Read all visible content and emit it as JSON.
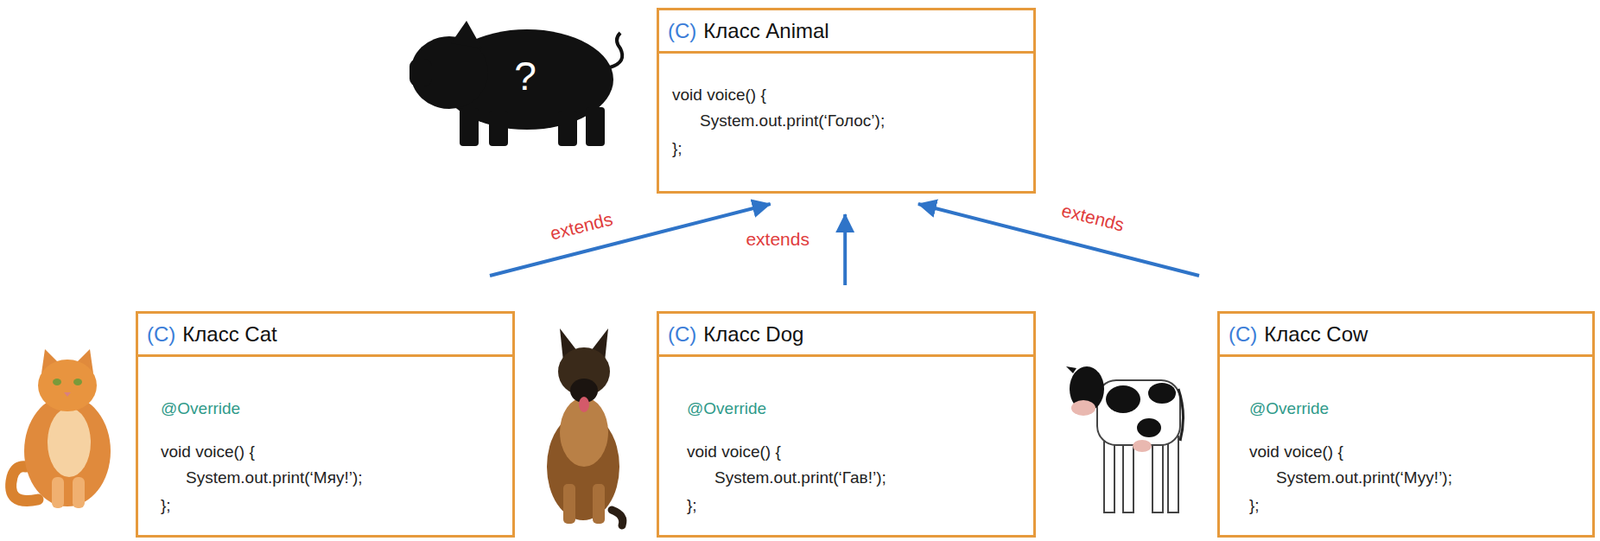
{
  "diagram": {
    "nodes": [
      {
        "text": [
          "(C)",
          "Класс Animal",
          "void voice() {",
          "System.out.print(‘Голос’);",
          "};"
        ]
      },
      {
        "text": [
          "(C)",
          "Класс Cat",
          "@Override",
          "void voice() {",
          "System.out.print(‘Мяу!’);",
          "};"
        ]
      },
      {
        "text": [
          "(C)",
          "Класс Dog",
          "@Override",
          "void voice() {",
          "System.out.print(‘Гав!’);",
          "};"
        ]
      },
      {
        "text": [
          "(C)",
          "Класс Cow",
          "@Override",
          "void voice() {",
          "System.out.print(‘Муу!’);",
          "};"
        ]
      }
    ],
    "edges": [
      {
        "from": 1,
        "to": 0,
        "label": "extends",
        "arrow": "to"
      },
      {
        "from": 2,
        "to": 0,
        "label": "extends",
        "arrow": "to"
      },
      {
        "from": 3,
        "to": 0,
        "label": "extends",
        "arrow": "to"
      }
    ],
    "labels": [
      "?"
    ]
  }
}
